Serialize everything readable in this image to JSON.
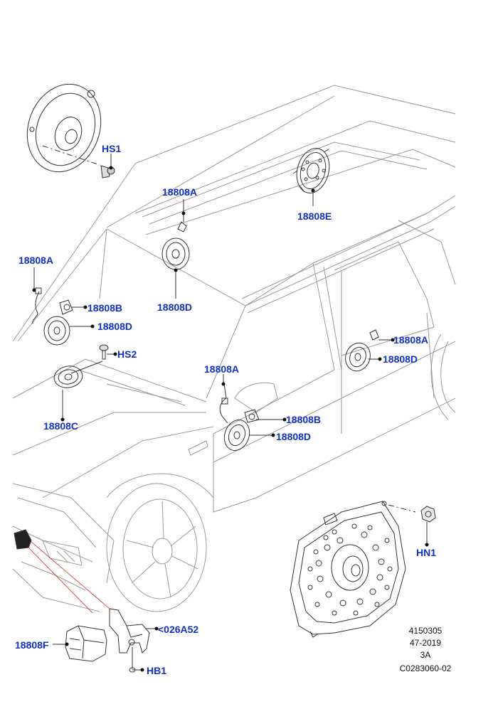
{
  "callouts": {
    "hs1": "HS1",
    "c18808a_roof": "18808A",
    "c18808e": "18808E",
    "c18808d_roof": "18808D",
    "c18808a_left": "18808A",
    "c18808b_left": "18808B",
    "c18808d_left": "18808D",
    "hs2": "HS2",
    "c18808c": "18808C",
    "c18808a_right": "18808A",
    "c18808d_right": "18808D",
    "c18808a_door": "18808A",
    "c18808b_door": "18808B",
    "c18808d_door": "18808D",
    "hn1": "HN1",
    "c026a52": "<026A52",
    "c18808f": "18808F",
    "hb1": "HB1"
  },
  "reference": {
    "line1": "4150305",
    "line2": "47-2019",
    "line3": "3A",
    "line4": "C0283060-02"
  },
  "colors": {
    "callout": "#1030d0",
    "line_art": "#333333",
    "body_outline": "#999999",
    "leader_red": "#d02020"
  }
}
